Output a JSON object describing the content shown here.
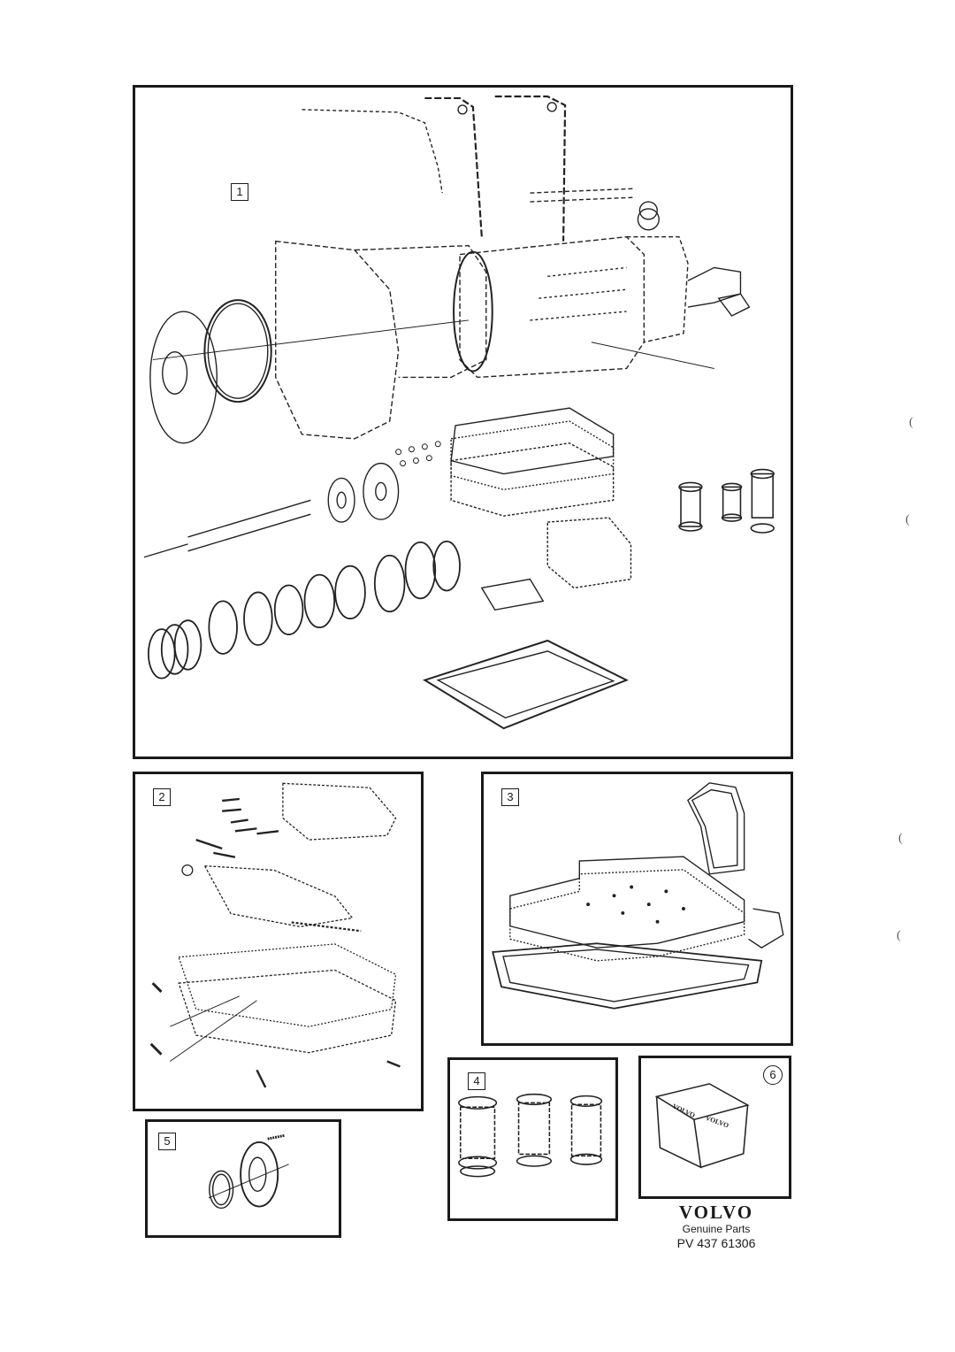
{
  "panels": {
    "p1": {
      "label": "1"
    },
    "p2": {
      "label": "2"
    },
    "p3": {
      "label": "3"
    },
    "p4": {
      "label": "4"
    },
    "p5": {
      "label": "5"
    },
    "p6": {
      "label": "6"
    }
  },
  "footer": {
    "brand": "VOLVO",
    "subtitle": "Genuine Parts",
    "part_code": "PV 437 61306"
  },
  "box_logo_text": "VOLVO"
}
